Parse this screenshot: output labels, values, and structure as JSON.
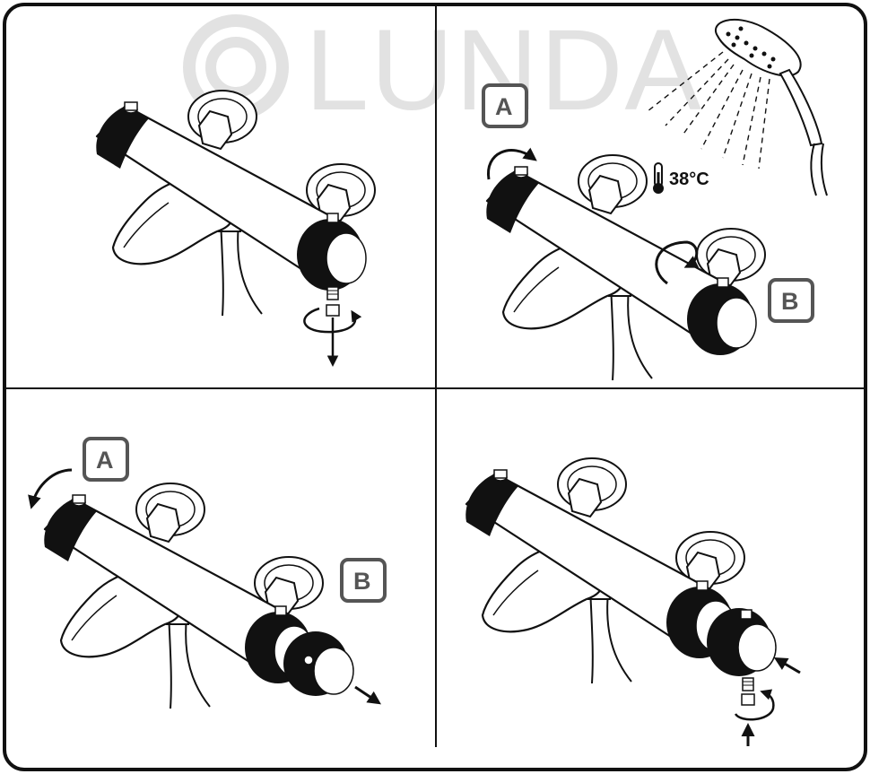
{
  "watermark": {
    "brand": "LUNDA"
  },
  "panels": [
    {
      "id": "remove-screw"
    },
    {
      "id": "calibrate",
      "labels": {
        "a": "A",
        "b": "B"
      },
      "temperature": "38°C"
    },
    {
      "id": "pull-handle",
      "labels": {
        "a": "A",
        "b": "B"
      }
    },
    {
      "id": "refit-handle"
    }
  ],
  "colors": {
    "line": "#111111",
    "label": "#555555",
    "watermark": "#e2e2e2"
  },
  "icons": [
    "thermometer-icon",
    "shower-head-icon",
    "rotate-arrow-icon",
    "straight-arrow-icon",
    "screw-icon"
  ]
}
